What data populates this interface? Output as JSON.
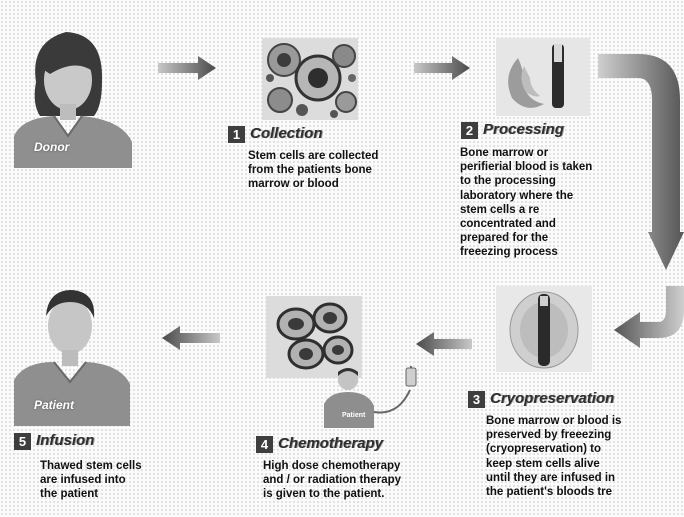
{
  "steps": {
    "collection": {
      "number": "1",
      "title": "Collection",
      "lines": [
        "Stem cells are collected",
        "from the patients bone",
        "marrow or blood"
      ]
    },
    "processing": {
      "number": "2",
      "title": "Processing",
      "lines": [
        "Bone marrow or",
        "perifierial blood is taken",
        "to the processing",
        "laboratory where the",
        "stem cells a re",
        "concentrated and",
        "prepared for the",
        "freeezing process"
      ]
    },
    "cryopreservation": {
      "number": "3",
      "title": "Cryopreservation",
      "lines": [
        "Bone marrow or blood is",
        "preserved by freeezing",
        "(cryopreservation) to",
        "keep stem cells alive",
        "until they are infused in",
        "the patient's bloods tre"
      ]
    },
    "chemotherapy": {
      "number": "4",
      "title": "Chemotherapy",
      "lines": [
        "High dose chemotherapy",
        "and / or radiation therapy",
        "is given to the patient."
      ]
    },
    "infusion": {
      "number": "5",
      "title": "Infusion",
      "lines": [
        "Thawed stem cells",
        "are infused into",
        "the patient"
      ]
    }
  },
  "figures": {
    "donor_label": "Donor",
    "patient_label": "Patient",
    "small_patient_label": "Patient"
  }
}
